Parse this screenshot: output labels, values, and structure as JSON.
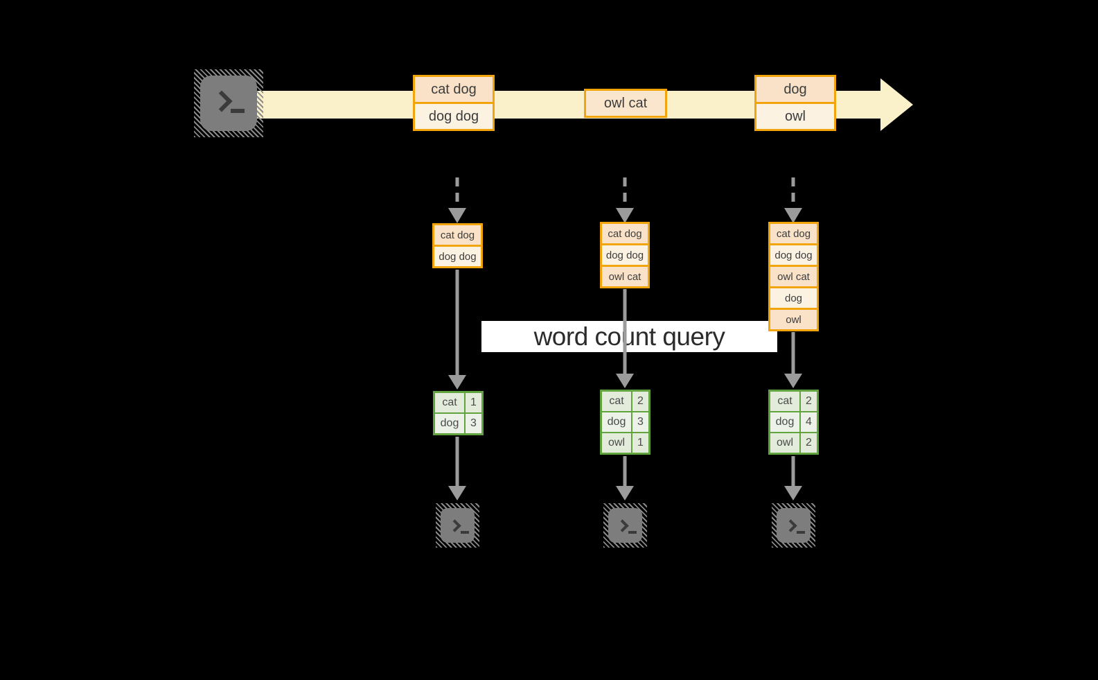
{
  "query_label": "word count query",
  "stream_events": [
    [
      "cat dog",
      "dog dog"
    ],
    [
      "owl cat"
    ],
    [
      "dog",
      "owl"
    ]
  ],
  "state_buffers": [
    [
      "cat dog",
      "dog dog"
    ],
    [
      "cat dog",
      "dog dog",
      "owl cat"
    ],
    [
      "cat dog",
      "dog dog",
      "owl cat",
      "dog",
      "owl"
    ]
  ],
  "count_tables": [
    {
      "rows": [
        [
          "cat",
          "1"
        ],
        [
          "dog",
          "3"
        ]
      ]
    },
    {
      "rows": [
        [
          "cat",
          "2"
        ],
        [
          "dog",
          "3"
        ],
        [
          "owl",
          "1"
        ]
      ]
    },
    {
      "rows": [
        [
          "cat",
          "2"
        ],
        [
          "dog",
          "4"
        ],
        [
          "owl",
          "2"
        ]
      ]
    }
  ],
  "icons": {
    "source": "terminal-icon",
    "sinks": [
      "terminal-icon",
      "terminal-icon",
      "terminal-icon"
    ],
    "prompt_glyph": "chevron-underscore"
  },
  "colors": {
    "background": "#000000",
    "stream_band": "#FAF0CA",
    "box_border": "#F1A40B",
    "cell_peach": "#F9E2C7",
    "cell_cream": "#FCF2E2",
    "table_border": "#61A33F",
    "table_row_dark": "#E3EBDB",
    "table_row_light": "#ECF2E7",
    "arrow_gray": "#9B9B9B",
    "terminal_gray": "#7D7D7D",
    "label_bg": "#FFFFFF",
    "text_dark": "#3C3C3C"
  }
}
